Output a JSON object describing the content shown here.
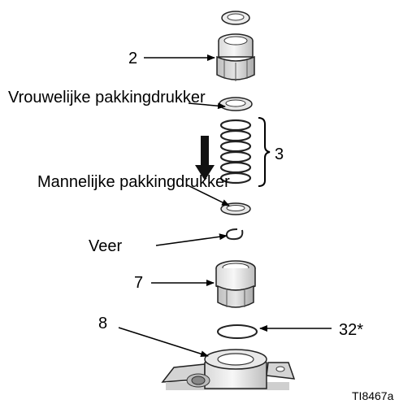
{
  "labels": {
    "part_2": "2",
    "female_adapter": "Vrouwelijke pakkingdrukker",
    "part_3": "3",
    "male_adapter": "Mannelijke pakkingdrukker",
    "spring": "Veer",
    "part_7": "7",
    "part_8": "8",
    "part_32": "32*",
    "figure_id": "TI8467a"
  }
}
